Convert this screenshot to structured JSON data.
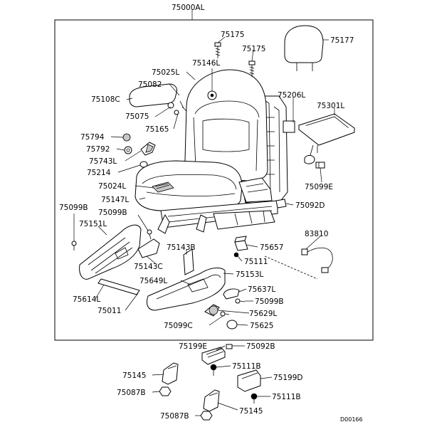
{
  "assembly_label": "75000AL",
  "diagram_code": "D00166",
  "labels": {
    "l75175a": "75175",
    "l75175b": "75175",
    "l75177": "75177",
    "l75146L": "75146L",
    "l75025L": "75025L",
    "l75082": "75082",
    "l75108C": "75108C",
    "l75075": "75075",
    "l75165": "75165",
    "l75206L": "75206L",
    "l75301L": "75301L",
    "l75794": "75794",
    "l75792": "75792",
    "l75743L": "75743L",
    "l75214": "75214",
    "l75099E": "75099E",
    "l75024L": "75024L",
    "l75147L": "75147L",
    "l75092Da": "75092D",
    "l75099Ba": "75099B",
    "l75099Bb": "75099B",
    "l75151L": "75151L",
    "l83810": "83810",
    "l75657": "75657",
    "l75143B": "75143B",
    "l75111a": "75111",
    "l75143C": "75143C",
    "l75153L": "75153L",
    "l75649L": "75649L",
    "l75637L": "75637L",
    "l75614L": "75614L",
    "l75099Bc": "75099B",
    "l75011": "75011",
    "l75629L": "75629L",
    "l75099C": "75099C",
    "l75625": "75625",
    "l75199E": "75199E",
    "l75092Db": "75092B",
    "l75111Ba": "75111B",
    "l75145a": "75145",
    "l75199D": "75199D",
    "l75087Ba": "75087B",
    "l75111Bb": "75111B",
    "l75087Bb": "75087B",
    "l75145b": "75145"
  }
}
